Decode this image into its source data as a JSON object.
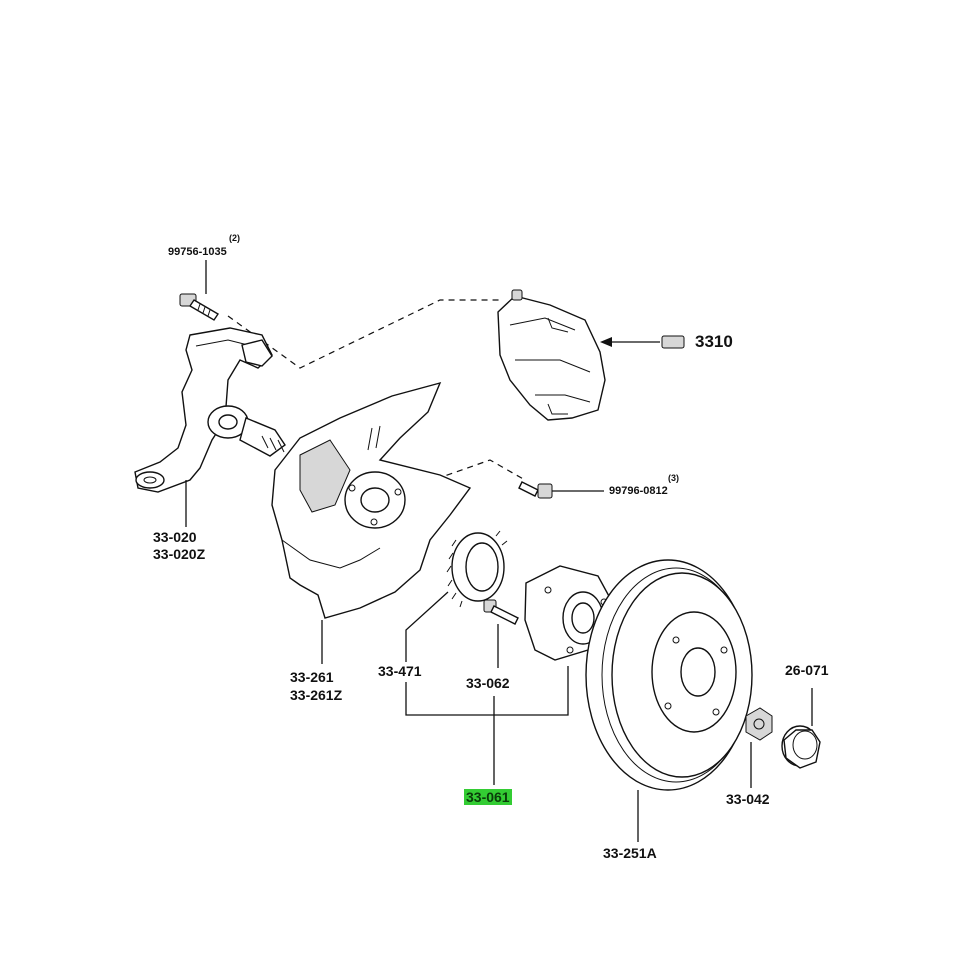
{
  "parts": {
    "knuckle_bolt": {
      "number": "99756-1035",
      "qty": "(2)"
    },
    "caliper": {
      "number": "3310"
    },
    "shield_bolt": {
      "number": "99796-0812",
      "qty": "(3)"
    },
    "knuckle": {
      "number": "33-020",
      "number_alt": "33-020Z"
    },
    "dust_shield": {
      "number": "33-261",
      "number_alt": "33-261Z"
    },
    "abs_rotor": {
      "number": "33-471"
    },
    "hub_bolt": {
      "number": "33-062"
    },
    "hub_assembly": {
      "number": "33-061"
    },
    "hub_nut": {
      "number": "33-042"
    },
    "hub_cap": {
      "number": "26-071"
    },
    "brake_disc": {
      "number": "33-251A"
    }
  },
  "colors": {
    "line": "#111111",
    "highlight": "#33cc33",
    "background": "#ffffff"
  }
}
